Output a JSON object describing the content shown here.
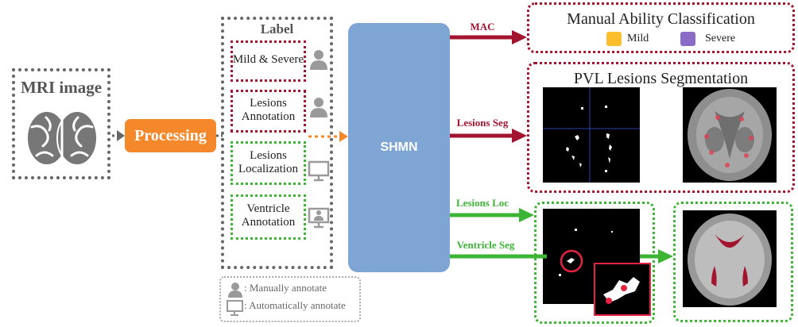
{
  "input": {
    "title": "MRI image"
  },
  "processing": {
    "label": "Processing"
  },
  "labels": {
    "title": "Label",
    "items": [
      "Mild & Severe",
      "Lesions\nAnnotation",
      "Lesions\nLocalization",
      "Ventricle\nAnnotation"
    ]
  },
  "legend": {
    "manual": ": Manually annotate",
    "automatic": ": Automatically annotate"
  },
  "model": {
    "label": "SHMN"
  },
  "arrows": {
    "mac": "MAC",
    "lesions_seg": "Lesions Seg",
    "lesions_loc": "Lesions Loc",
    "ventricle_seg": "Ventricle Seg"
  },
  "outputs": {
    "mac_title": "Manual Ability Classification",
    "mild": "Mild",
    "severe": "Severe",
    "pvl_title": "PVL Lesions Segmentation"
  },
  "colors": {
    "dark_red": "#a3142f",
    "green": "#3cb535",
    "orange": "#f5882a",
    "blue": "#7fa5d5",
    "gray": "#666666",
    "mild": "#fbbf2e",
    "severe": "#8a6cc7"
  }
}
